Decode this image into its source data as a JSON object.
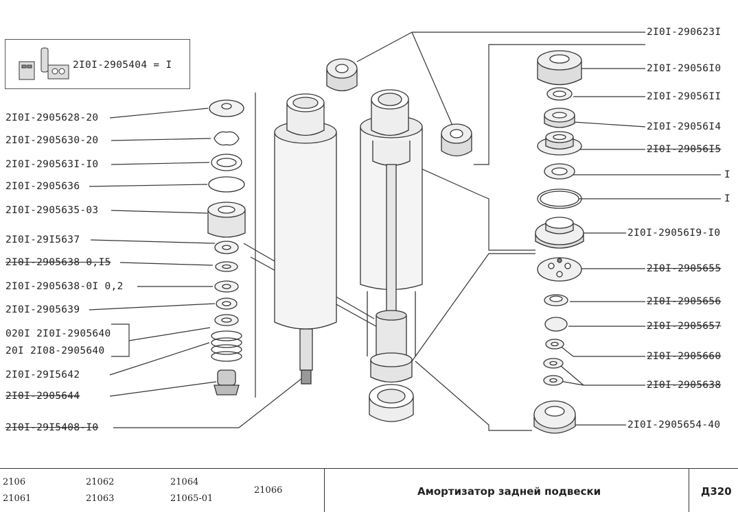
{
  "kit": {
    "label": "2I0I-2905404 = I"
  },
  "left_labels": [
    {
      "text": "2I0I-2905628-20"
    },
    {
      "text": "2I0I-2905630-20"
    },
    {
      "text": "2I0I-290563I-I0"
    },
    {
      "text": "2I0I-2905636"
    },
    {
      "text": "2I0I-2905635-03"
    },
    {
      "text": "2I0I-29I5637"
    },
    {
      "text": "2I0I-2905638 0,I5"
    },
    {
      "text": "2I0I-2905638-0I 0,2"
    },
    {
      "text": "2I0I-2905639"
    },
    {
      "text": "020I 2I0I-2905640"
    },
    {
      "text": "20I  2I08-2905640"
    },
    {
      "text": "2I0I-29I5642"
    },
    {
      "text": "2I0I-2905644"
    },
    {
      "text": "2I0I-29I5408-I0"
    }
  ],
  "right_labels": [
    {
      "text": "2I0I-290623I"
    },
    {
      "text": "2I0I-29056I0"
    },
    {
      "text": "2I0I-29056II"
    },
    {
      "text": "2I0I-29056I4"
    },
    {
      "text": "2I0I-29056I5"
    },
    {
      "text": "I"
    },
    {
      "text": "I"
    },
    {
      "text": "2I0I-29056I9-I0"
    },
    {
      "text": "2I0I-2905655"
    },
    {
      "text": "2I0I-2905656"
    },
    {
      "text": "2I0I-2905657"
    },
    {
      "text": "2I0I-2905660"
    },
    {
      "text": "2I0I-2905638"
    },
    {
      "text": "2I0I-2905654-40"
    }
  ],
  "footer": {
    "models": [
      "2106",
      "21061",
      "21062",
      "21063",
      "21064",
      "21065-01",
      "21066"
    ],
    "title": "Амортизатор задней подвески",
    "code": "Д320"
  }
}
